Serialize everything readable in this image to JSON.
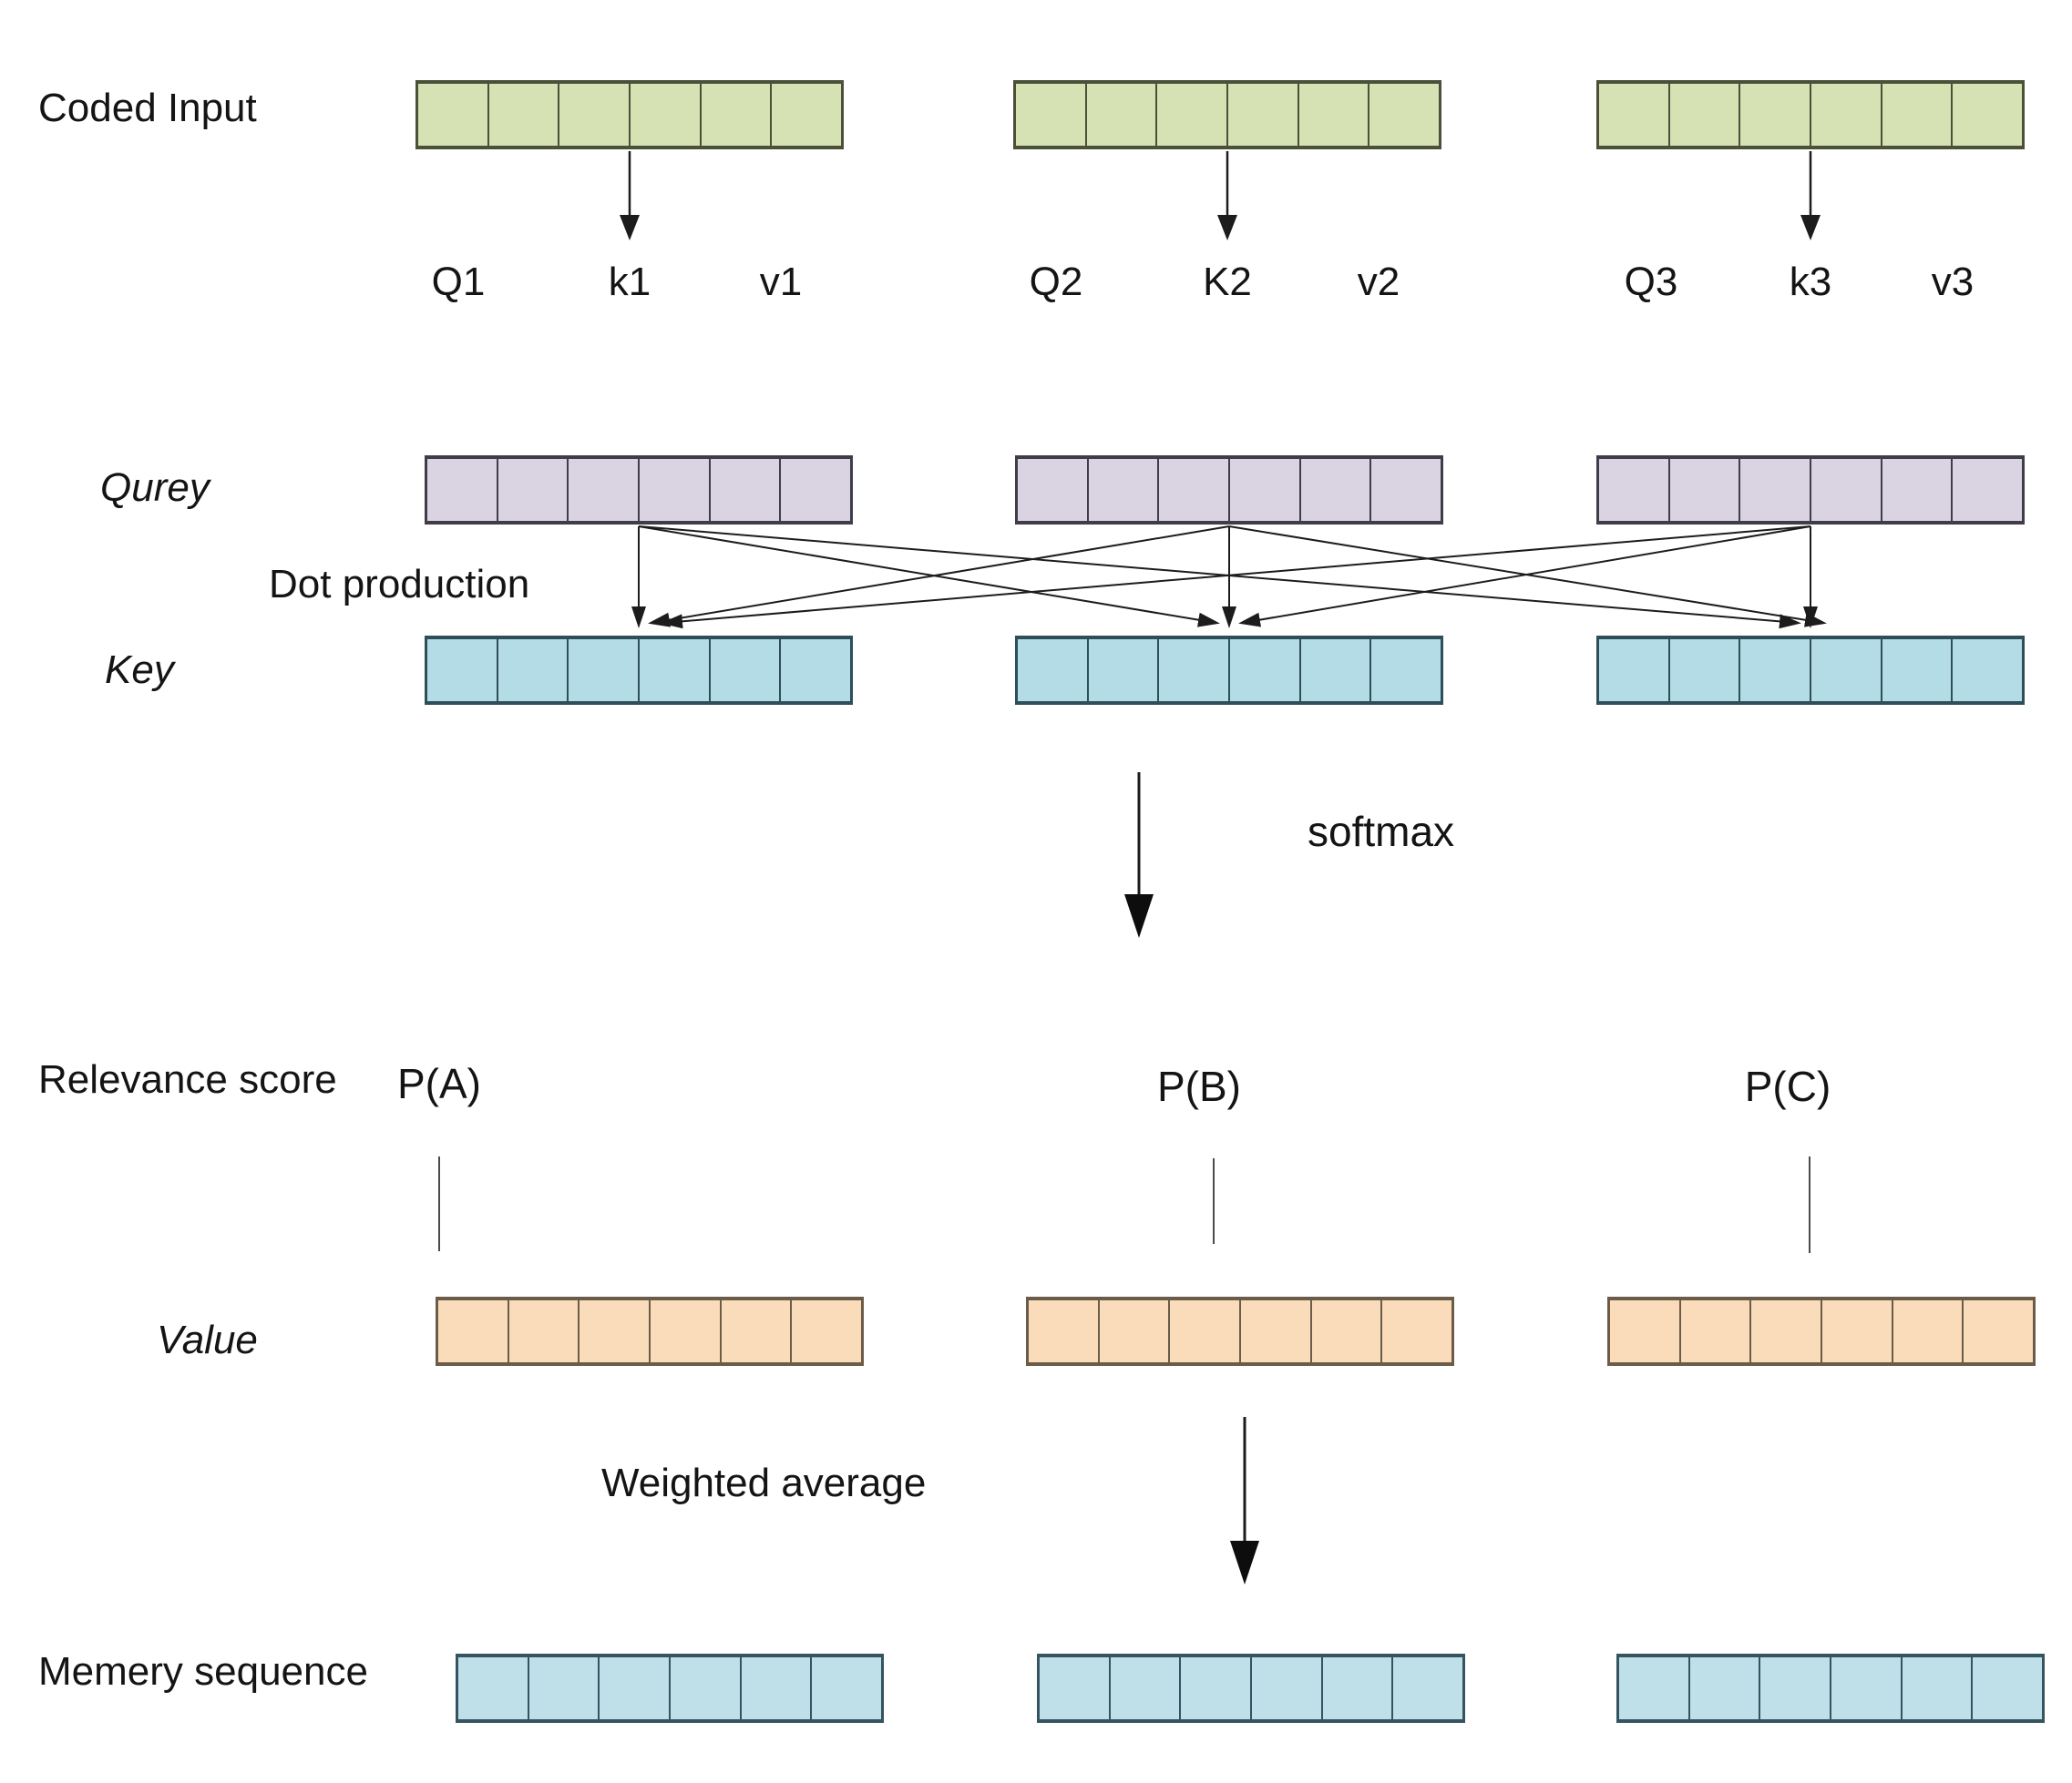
{
  "diagram": {
    "description_labels": {
      "coded_input": "Coded Input",
      "query": "Qurey",
      "dot_production": "Dot production",
      "key": "Key",
      "softmax": "softmax",
      "relevance_score": "Relevance score",
      "p_a": "P(A)",
      "p_b": "P(B)",
      "p_c": "P(C)",
      "value": "Value",
      "weighted_average": "Weighted average",
      "memory_sequence": "Memery sequence"
    },
    "qkv_labels": {
      "col1": {
        "q": "Q1",
        "k": "k1",
        "v": "v1"
      },
      "col2": {
        "q": "Q2",
        "k": "K2",
        "v": "v2"
      },
      "col3": {
        "q": "Q3",
        "k": "k3",
        "v": "v3"
      }
    },
    "bars": {
      "segments_per_bar": 6,
      "columns": 3,
      "rows": [
        {
          "name": "coded-input",
          "fill": "#d6e1b4",
          "border": "#4a5138"
        },
        {
          "name": "query",
          "fill": "#dad4e2",
          "border": "#403c4a"
        },
        {
          "name": "key",
          "fill": "#b4dce6",
          "border": "#2e4e59"
        },
        {
          "name": "value",
          "fill": "#fbdcba",
          "border": "#6b5c49"
        },
        {
          "name": "memory-sequence",
          "fill": "#bfdfe9",
          "border": "#35545f"
        }
      ]
    },
    "colors": {
      "background": "#ffffff",
      "line": "#1c1c1c",
      "text": "#141414"
    }
  }
}
